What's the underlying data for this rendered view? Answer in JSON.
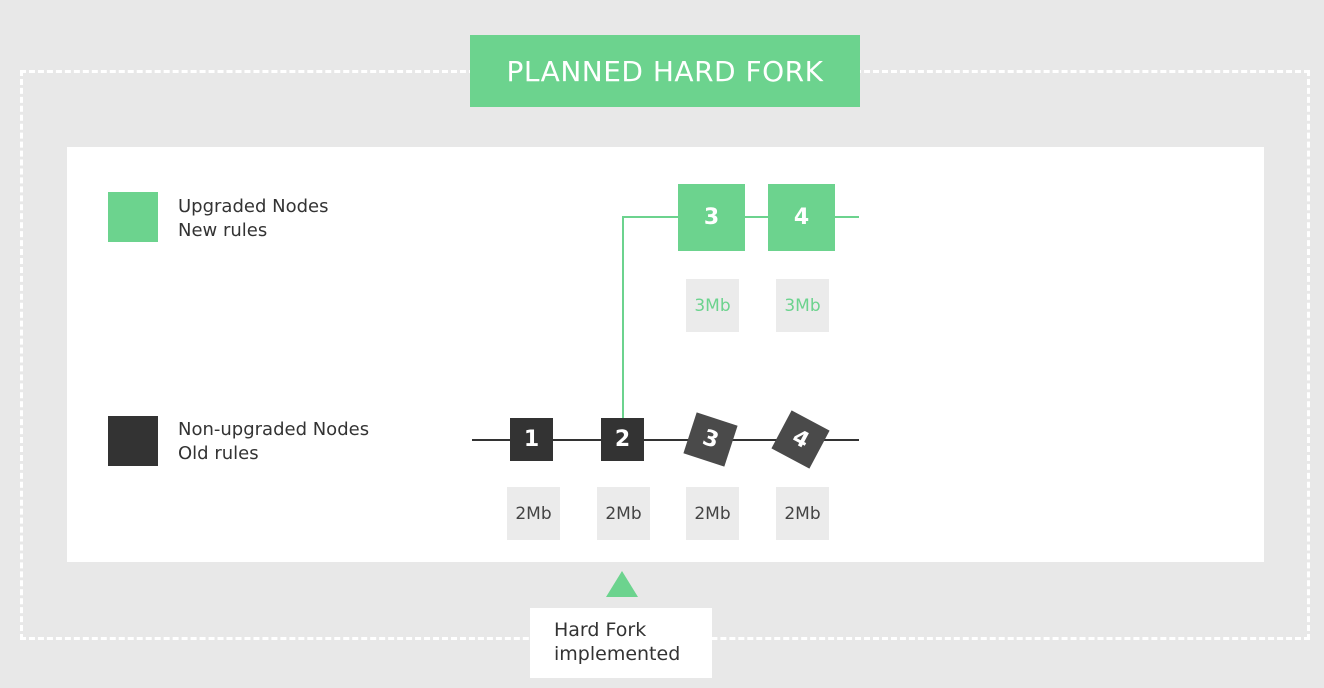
{
  "title": "PLANNED HARD FORK",
  "legend": {
    "upgraded": {
      "line1": "Upgraded Nodes",
      "line2": "New rules",
      "color": "#6cd38e"
    },
    "non_upgraded": {
      "line1": "Non-upgraded Nodes",
      "line2": "Old rules",
      "color": "#333333"
    }
  },
  "old_chain": {
    "blocks": [
      {
        "label": "1",
        "size": "2Mb"
      },
      {
        "label": "2",
        "size": "2Mb"
      },
      {
        "label": "3",
        "size": "2Mb"
      },
      {
        "label": "4",
        "size": "2Mb"
      }
    ]
  },
  "new_chain": {
    "blocks": [
      {
        "label": "3",
        "size": "3Mb"
      },
      {
        "label": "4",
        "size": "3Mb"
      }
    ]
  },
  "callout": {
    "line1": "Hard Fork",
    "line2": "implemented"
  }
}
